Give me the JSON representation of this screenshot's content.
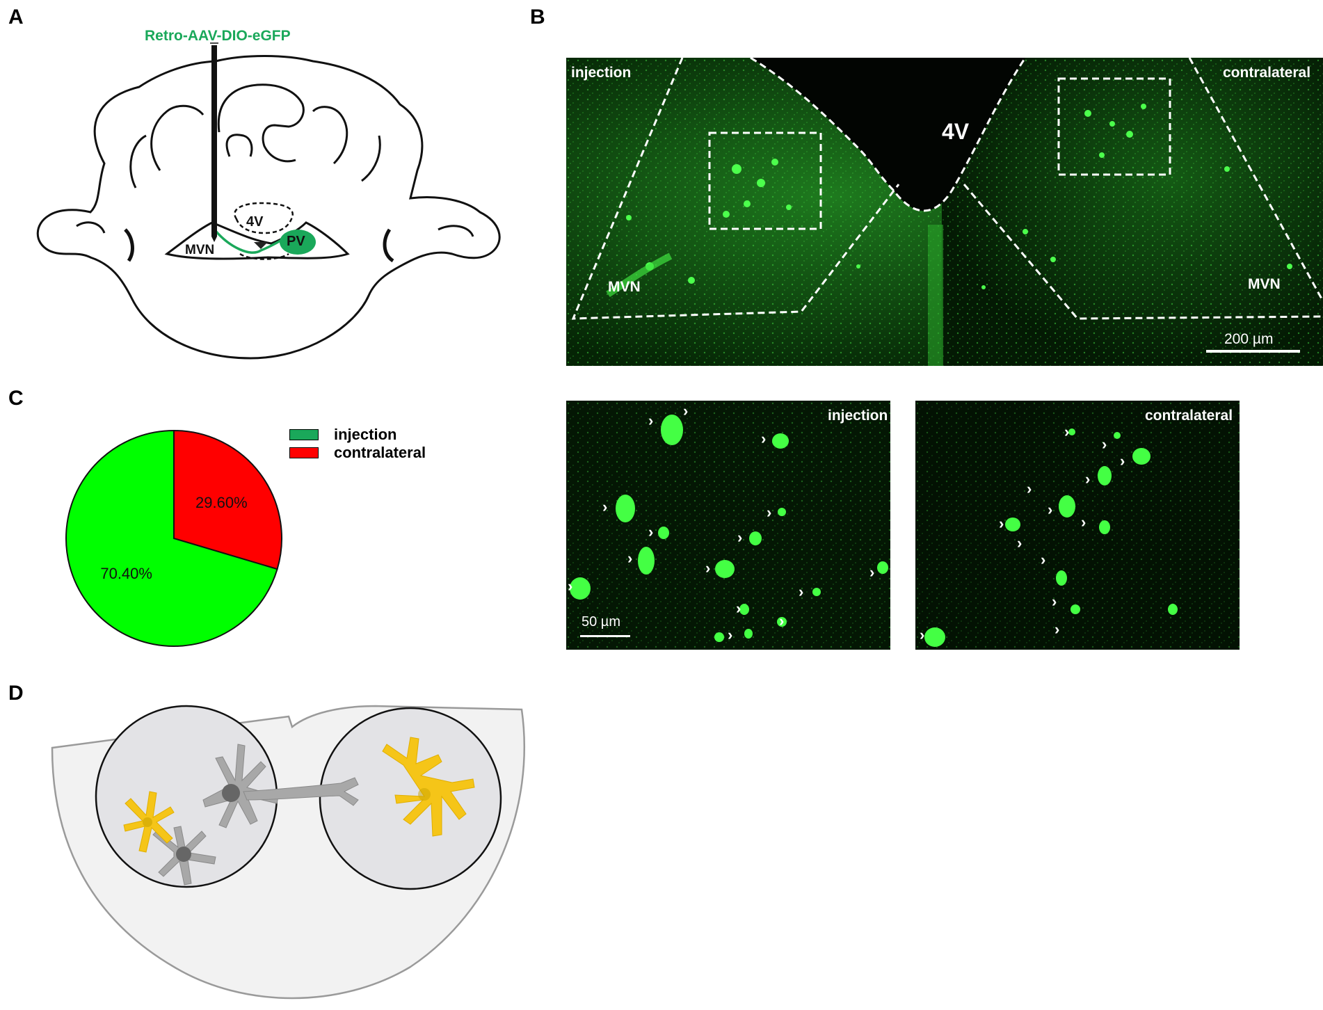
{
  "panels": {
    "a": "A",
    "b": "B",
    "c": "C",
    "d": "D"
  },
  "panel_a": {
    "virus_label": "Retro-AAV-DIO-eGFP",
    "ventricle_label": "4V",
    "mvn_label": "MVN",
    "pv_label": "PV",
    "colors": {
      "virus": "#1aa85a",
      "pv": "#1aa85a"
    }
  },
  "panel_b": {
    "top": {
      "injection_label": "injection",
      "contralateral_label": "contralateral",
      "ventricle_label": "4V",
      "mvn_left": "MVN",
      "mvn_right": "MVN",
      "scale_bar": "200 µm"
    },
    "insets": {
      "left_label": "injection",
      "right_label": "contralateral",
      "scale_bar": "50 µm",
      "arrow_glyph": "›"
    }
  },
  "chart_data": {
    "type": "pie",
    "categories": [
      "injection",
      "contralateral"
    ],
    "values": [
      70.4,
      29.6
    ],
    "labels": [
      "70.40%",
      "29.60%"
    ],
    "colors": [
      "#00ff00",
      "#ff0000"
    ],
    "legend_colors": [
      "#1aa85a",
      "#ff0000"
    ],
    "legend_placement": "right"
  },
  "panel_d": {
    "colors": {
      "outer": "#f2f2f2",
      "circle": "#e3e3e6",
      "gray_cell": "#a8a8a8",
      "yellow_cell": "#f5c518"
    }
  }
}
